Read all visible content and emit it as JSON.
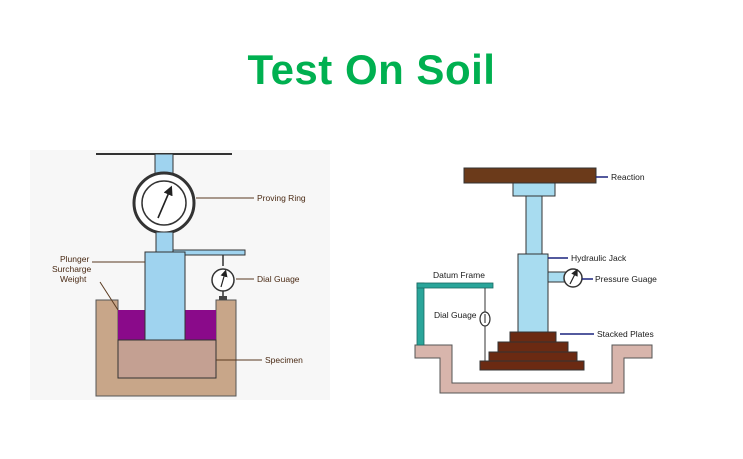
{
  "title": "Test On Soil",
  "left_diagram": {
    "labels": {
      "proving_ring": "Proving Ring",
      "plunger": "Plunger",
      "surcharge_weight_line1": "Surcharge",
      "surcharge_weight_line2": "Weight",
      "dial_guage": "Dial Guage",
      "specimen": "Specimen"
    }
  },
  "right_diagram": {
    "labels": {
      "reaction": "Reaction",
      "hydraulic_jack": "Hydraulic Jack",
      "pressure_guage": "Pressure Guage",
      "datum_frame": "Datum Frame",
      "dial_guage": "Dial Guage",
      "stacked_plates": "Stacked Plates"
    }
  },
  "colors": {
    "title": "#00b050",
    "mould": "#c8a689",
    "plunger": "#9fd3ef",
    "surcharge": "#8a0a8a",
    "specimen": "#c4a092",
    "reaction_beam": "#6b3a1a",
    "jack": "#a8dcf0",
    "ground": "#d8b5ac",
    "plates": "#6b2a12",
    "datum_frame": "#2aa59a"
  }
}
